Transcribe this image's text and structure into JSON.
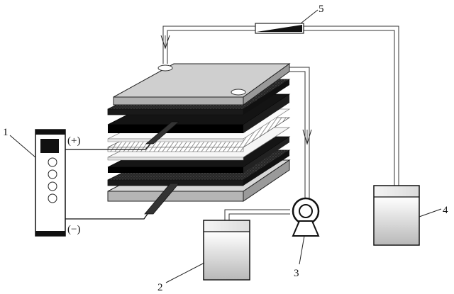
{
  "labels": {
    "power_supply": "1",
    "collection_tank": "2",
    "pump": "3",
    "feed_tank": "4",
    "flowmeter": "5",
    "positive_terminal": "(+)",
    "negative_terminal": "(−)"
  },
  "colors": {
    "stroke": "#222222",
    "plate_light": "#cfcfcf",
    "plate_dark": "#111111",
    "felt": "#2a2a2a",
    "liquid_gradient_top": "#ffffff",
    "liquid_gradient_bottom": "#bdbdbd"
  }
}
